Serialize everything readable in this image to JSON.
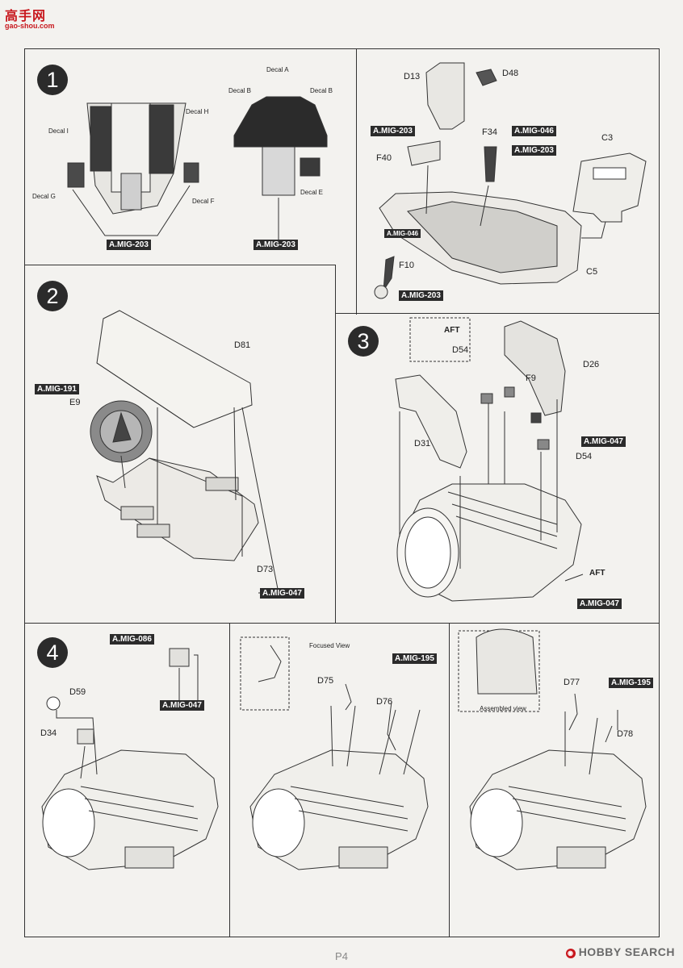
{
  "logo": {
    "chinese": "高手网",
    "url": "gao-shou.com"
  },
  "page_number": "P4",
  "watermark": {
    "brand": "HOBBY SEARCH"
  },
  "steps": [
    {
      "number": "1",
      "labels": {
        "decal_a": "Decal A",
        "decal_b_left": "Decal B",
        "decal_b_right": "Decal B",
        "decal_h": "Decal H",
        "decal_i": "Decal I",
        "decal_g": "Decal G",
        "decal_f": "Decal F",
        "decal_e": "Decal E",
        "d13": "D13",
        "d48": "D48",
        "f34": "F34",
        "f40": "F40",
        "c3": "C3",
        "f10": "F10",
        "c5": "C5"
      },
      "tags": {
        "left_bottom": "A.MIG-203",
        "mid_bottom": "A.MIG-203",
        "f40_tag": "A.MIG-203",
        "f34_tag1": "A.MIG-046",
        "f34_tag2": "A.MIG-203",
        "f10_tag1": "A.MIG-046",
        "f10_tag2": "A.MIG-203"
      }
    },
    {
      "number": "2",
      "labels": {
        "d81": "D81",
        "e9": "E9",
        "d73": "D73"
      },
      "tags": {
        "e9_tag": "A.MIG-191",
        "bottom": "A.MIG-047"
      }
    },
    {
      "number": "3",
      "labels": {
        "aft_box": "AFT",
        "d54_box": "D54",
        "d26": "D26",
        "f9": "F9",
        "d31": "D31",
        "d54": "D54",
        "aft": "AFT"
      },
      "tags": {
        "right": "A.MIG-047",
        "bottom": "A.MIG-047"
      }
    },
    {
      "number": "4",
      "labels": {
        "d59": "D59",
        "d34": "D34",
        "focused_view": "Focused View",
        "d75": "D75",
        "d76": "D76",
        "assembled_view": "Assembled view",
        "d77": "D77",
        "d78": "D78"
      },
      "tags": {
        "top1": "A.MIG-086",
        "top2": "A.MIG-047",
        "mid": "A.MIG-195",
        "right": "A.MIG-195"
      }
    }
  ]
}
